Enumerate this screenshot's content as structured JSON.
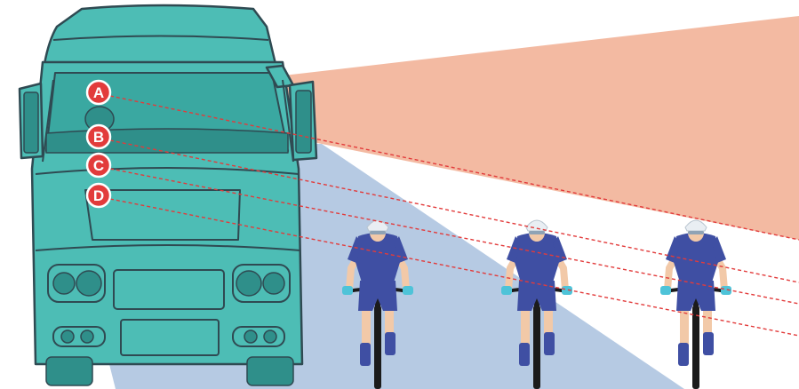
{
  "colors": {
    "truck_body": "#4dbdb5",
    "truck_outline": "#2f4a52",
    "truck_dark": "#2f8f8a",
    "windshield": "#3aa8a1",
    "sun_zone": "#f0a98b",
    "road_shadow": "#a9c1de",
    "marker_fill": "#e23b3b",
    "marker_ring": "#ffffff",
    "sight_line": "#e23b3b",
    "jersey": "#3f4fa3",
    "skin": "#f2c9a8",
    "glove": "#4ec3d8",
    "helmet": "#e9eef3",
    "bike": "#1b1b1b"
  },
  "markers": [
    {
      "id": "A",
      "label": "A"
    },
    {
      "id": "B",
      "label": "B"
    },
    {
      "id": "C",
      "label": "C"
    },
    {
      "id": "D",
      "label": "D"
    }
  ],
  "cyclists": [
    {
      "id": "near",
      "icon": "cyclist-icon"
    },
    {
      "id": "middle",
      "icon": "cyclist-icon"
    },
    {
      "id": "far",
      "icon": "cyclist-icon"
    }
  ]
}
